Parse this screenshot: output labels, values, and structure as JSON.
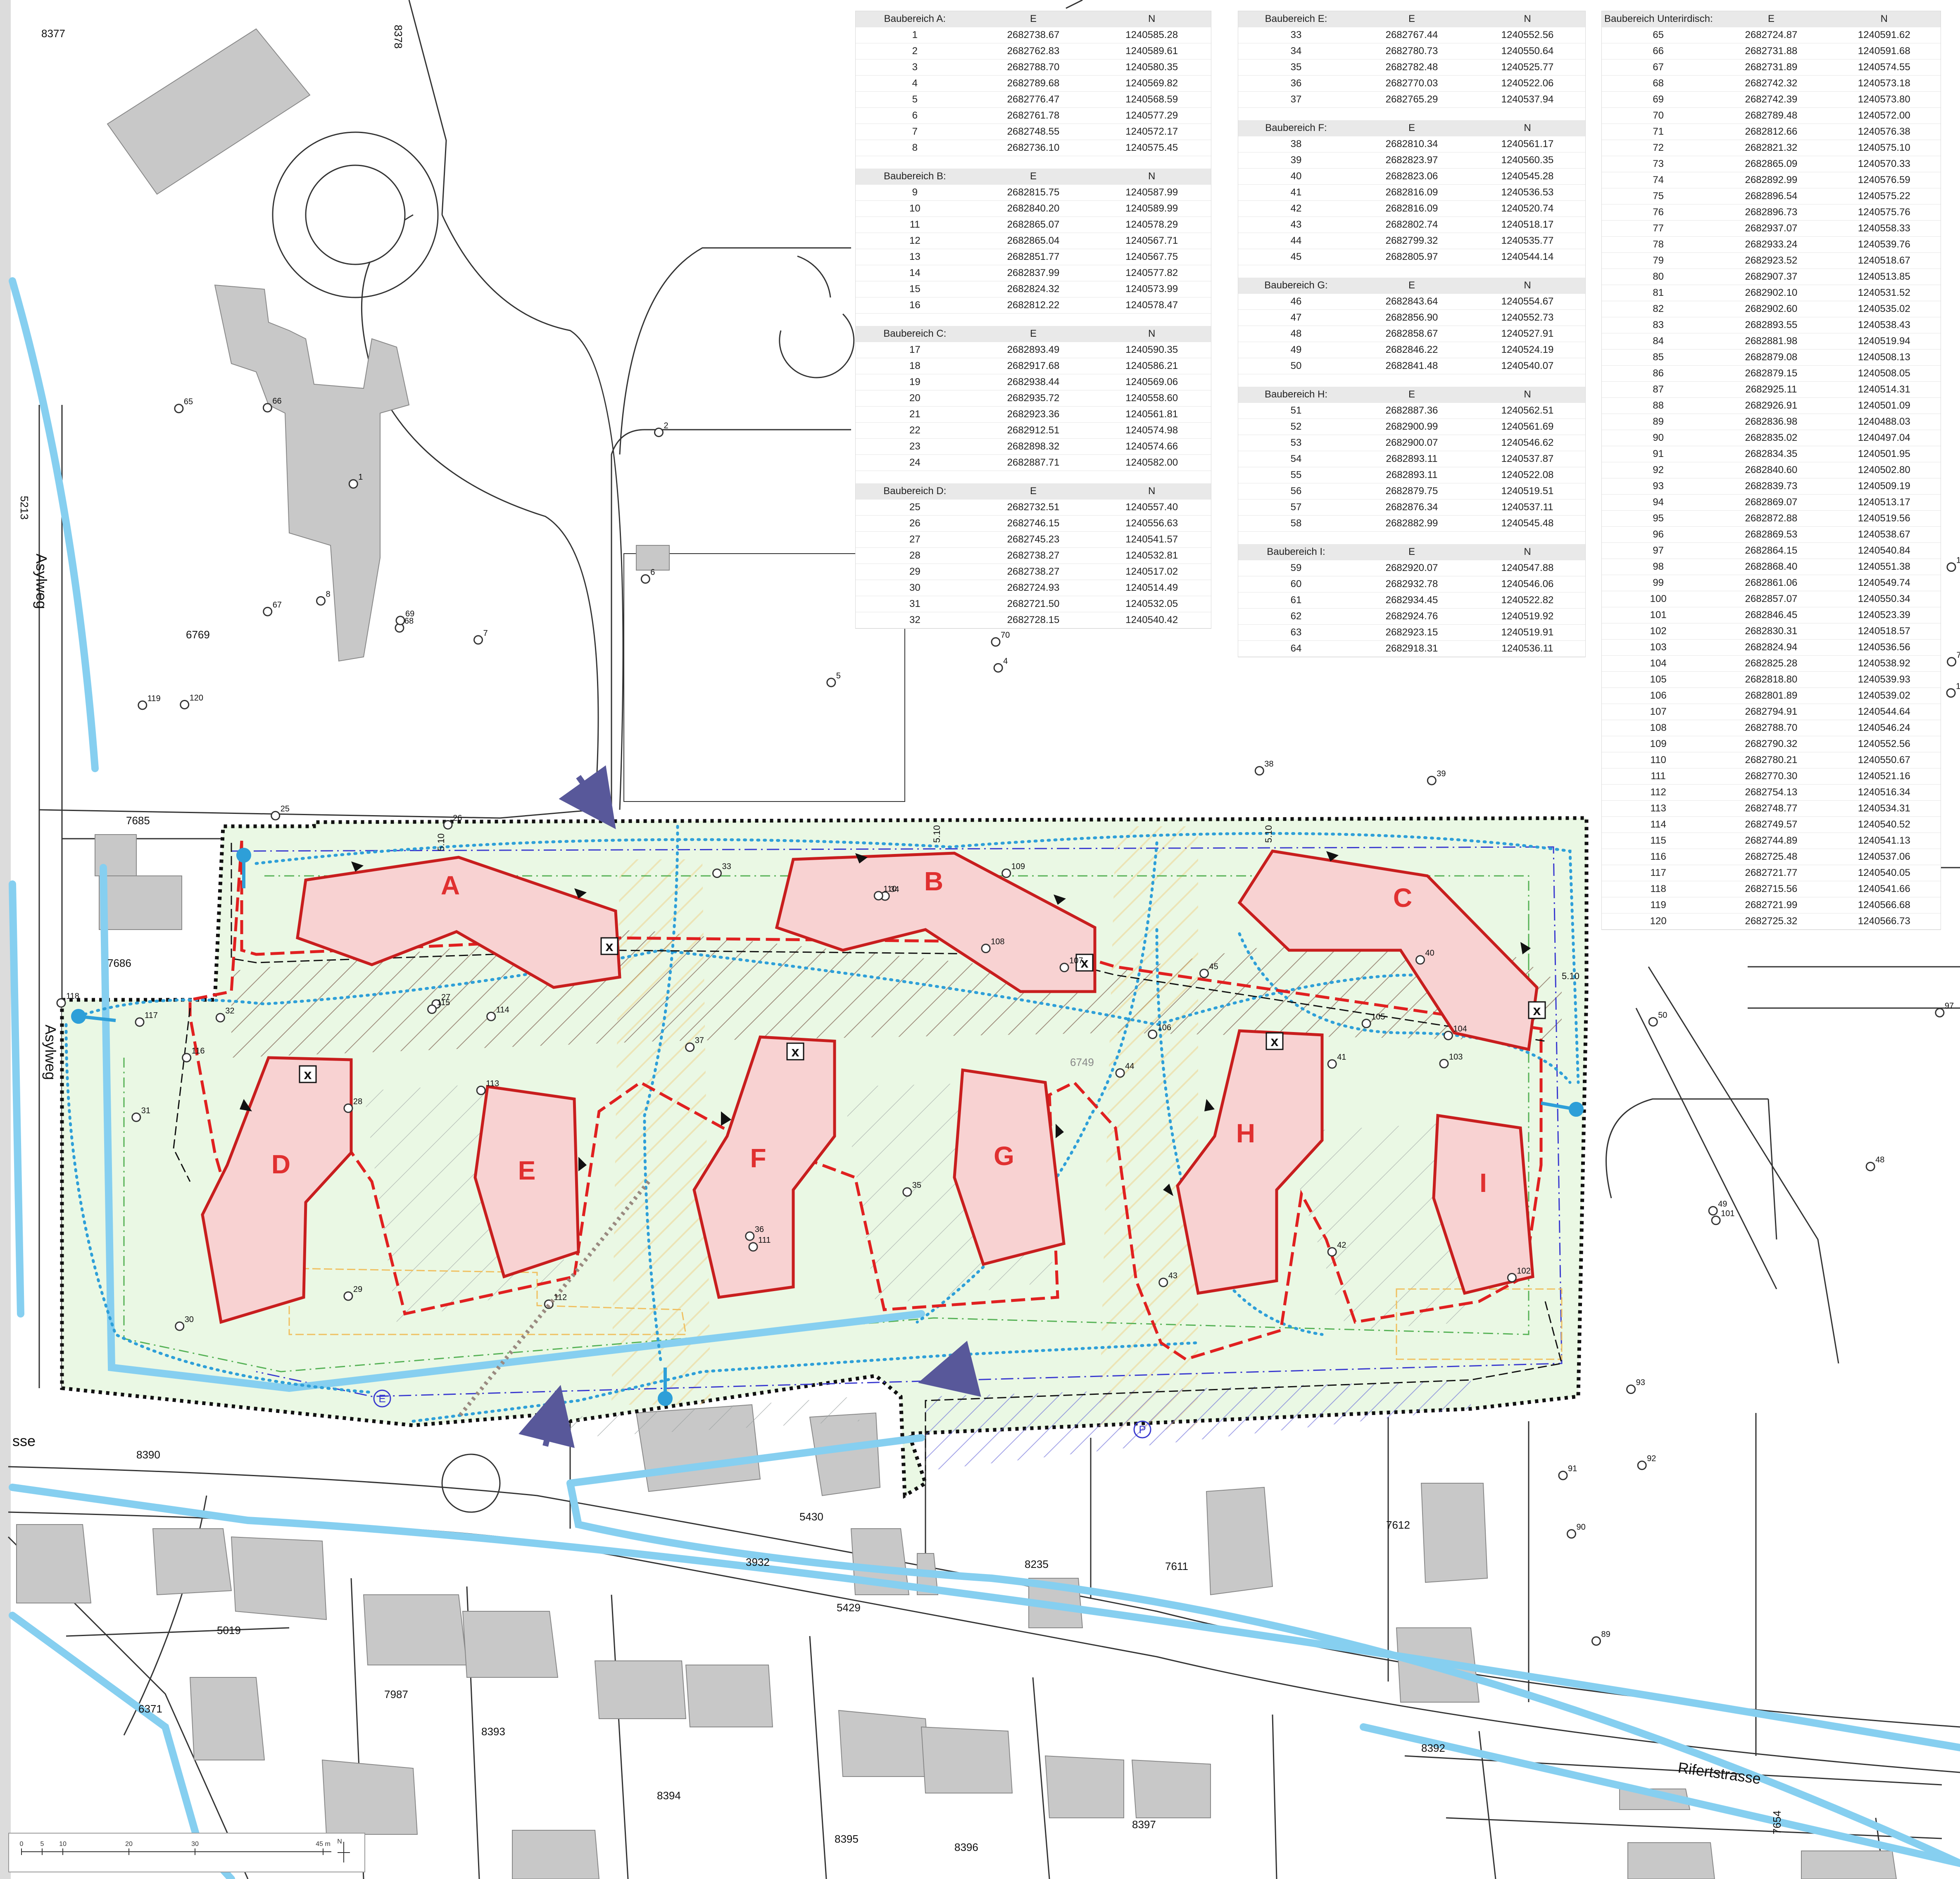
{
  "map": {
    "parcels": [
      "8377",
      "8378",
      "6769",
      "5213",
      "7685",
      "7686",
      "8390",
      "5430",
      "3932",
      "5429",
      "8235",
      "7611",
      "7612",
      "5019",
      "6371",
      "7987",
      "8393",
      "8394",
      "8395",
      "8396",
      "8397",
      "8392",
      "7654",
      "6749"
    ],
    "streets": [
      "Asylweg",
      "Asylweg",
      "Rifertstrasse",
      "sse"
    ],
    "building_areas": [
      "A",
      "B",
      "C",
      "D",
      "E",
      "F",
      "G",
      "H",
      "I"
    ],
    "dimension_labels": [
      "5.10",
      "5.10",
      "5.10",
      "5.10"
    ],
    "marker_x": "x",
    "parking_label": "P",
    "ev_label": "E",
    "colors": {
      "building_fill": "#f8d2d2",
      "building_edge": "#c81e1e",
      "site_fill": "#eaf8e4",
      "water_blue": "#86cff0",
      "dotted_blue": "#2e9fd8",
      "hatch_yellow": "#f0c060",
      "label_red": "#e03030",
      "arrow_navy": "#58589a"
    }
  },
  "coords": {
    "header_e": "E",
    "header_n": "N",
    "columns": [
      [
        {
          "title": "Baubereich A:",
          "rows": [
            [
              "1",
              "2682738.67",
              "1240585.28"
            ],
            [
              "2",
              "2682762.83",
              "1240589.61"
            ],
            [
              "3",
              "2682788.70",
              "1240580.35"
            ],
            [
              "4",
              "2682789.68",
              "1240569.82"
            ],
            [
              "5",
              "2682776.47",
              "1240568.59"
            ],
            [
              "6",
              "2682761.78",
              "1240577.29"
            ],
            [
              "7",
              "2682748.55",
              "1240572.17"
            ],
            [
              "8",
              "2682736.10",
              "1240575.45"
            ]
          ]
        },
        {
          "title": "Baubereich B:",
          "rows": [
            [
              "9",
              "2682815.75",
              "1240587.99"
            ],
            [
              "10",
              "2682840.20",
              "1240589.99"
            ],
            [
              "11",
              "2682865.07",
              "1240578.29"
            ],
            [
              "12",
              "2682865.04",
              "1240567.71"
            ],
            [
              "13",
              "2682851.77",
              "1240567.75"
            ],
            [
              "14",
              "2682837.99",
              "1240577.82"
            ],
            [
              "15",
              "2682824.32",
              "1240573.99"
            ],
            [
              "16",
              "2682812.22",
              "1240578.47"
            ]
          ]
        },
        {
          "title": "Baubereich C:",
          "rows": [
            [
              "17",
              "2682893.49",
              "1240590.35"
            ],
            [
              "18",
              "2682917.68",
              "1240586.21"
            ],
            [
              "19",
              "2682938.44",
              "1240569.06"
            ],
            [
              "20",
              "2682935.72",
              "1240558.60"
            ],
            [
              "21",
              "2682923.36",
              "1240561.81"
            ],
            [
              "22",
              "2682912.51",
              "1240574.98"
            ],
            [
              "23",
              "2682898.32",
              "1240574.66"
            ],
            [
              "24",
              "2682887.71",
              "1240582.00"
            ]
          ]
        },
        {
          "title": "Baubereich D:",
          "rows": [
            [
              "25",
              "2682732.51",
              "1240557.40"
            ],
            [
              "26",
              "2682746.15",
              "1240556.63"
            ],
            [
              "27",
              "2682745.23",
              "1240541.57"
            ],
            [
              "28",
              "2682738.27",
              "1240532.81"
            ],
            [
              "29",
              "2682738.27",
              "1240517.02"
            ],
            [
              "30",
              "2682724.93",
              "1240514.49"
            ],
            [
              "31",
              "2682721.50",
              "1240532.05"
            ],
            [
              "32",
              "2682728.15",
              "1240540.42"
            ]
          ]
        }
      ],
      [
        {
          "title": "Baubereich E:",
          "rows": [
            [
              "33",
              "2682767.44",
              "1240552.56"
            ],
            [
              "34",
              "2682780.73",
              "1240550.64"
            ],
            [
              "35",
              "2682782.48",
              "1240525.77"
            ],
            [
              "36",
              "2682770.03",
              "1240522.06"
            ],
            [
              "37",
              "2682765.29",
              "1240537.94"
            ]
          ]
        },
        {
          "title": "Baubereich F:",
          "rows": [
            [
              "38",
              "2682810.34",
              "1240561.17"
            ],
            [
              "39",
              "2682823.97",
              "1240560.35"
            ],
            [
              "40",
              "2682823.06",
              "1240545.28"
            ],
            [
              "41",
              "2682816.09",
              "1240536.53"
            ],
            [
              "42",
              "2682816.09",
              "1240520.74"
            ],
            [
              "43",
              "2682802.74",
              "1240518.17"
            ],
            [
              "44",
              "2682799.32",
              "1240535.77"
            ],
            [
              "45",
              "2682805.97",
              "1240544.14"
            ]
          ]
        },
        {
          "title": "Baubereich G:",
          "rows": [
            [
              "46",
              "2682843.64",
              "1240554.67"
            ],
            [
              "47",
              "2682856.90",
              "1240552.73"
            ],
            [
              "48",
              "2682858.67",
              "1240527.91"
            ],
            [
              "49",
              "2682846.22",
              "1240524.19"
            ],
            [
              "50",
              "2682841.48",
              "1240540.07"
            ]
          ]
        },
        {
          "title": "Baubereich H:",
          "rows": [
            [
              "51",
              "2682887.36",
              "1240562.51"
            ],
            [
              "52",
              "2682900.99",
              "1240561.69"
            ],
            [
              "53",
              "2682900.07",
              "1240546.62"
            ],
            [
              "54",
              "2682893.11",
              "1240537.87"
            ],
            [
              "55",
              "2682893.11",
              "1240522.08"
            ],
            [
              "56",
              "2682879.75",
              "1240519.51"
            ],
            [
              "57",
              "2682876.34",
              "1240537.11"
            ],
            [
              "58",
              "2682882.99",
              "1240545.48"
            ]
          ]
        },
        {
          "title": "Baubereich I:",
          "rows": [
            [
              "59",
              "2682920.07",
              "1240547.88"
            ],
            [
              "60",
              "2682932.78",
              "1240546.06"
            ],
            [
              "61",
              "2682934.45",
              "1240522.82"
            ],
            [
              "62",
              "2682924.76",
              "1240519.92"
            ],
            [
              "63",
              "2682923.15",
              "1240519.91"
            ],
            [
              "64",
              "2682918.31",
              "1240536.11"
            ]
          ]
        }
      ],
      [
        {
          "title": "Baubereich Unterirdisch:",
          "rows": [
            [
              "65",
              "2682724.87",
              "1240591.62"
            ],
            [
              "66",
              "2682731.88",
              "1240591.68"
            ],
            [
              "67",
              "2682731.89",
              "1240574.55"
            ],
            [
              "68",
              "2682742.32",
              "1240573.18"
            ],
            [
              "69",
              "2682742.39",
              "1240573.80"
            ],
            [
              "70",
              "2682789.48",
              "1240572.00"
            ],
            [
              "71",
              "2682812.66",
              "1240576.38"
            ],
            [
              "72",
              "2682821.32",
              "1240575.10"
            ],
            [
              "73",
              "2682865.09",
              "1240570.33"
            ],
            [
              "74",
              "2682892.99",
              "1240576.59"
            ],
            [
              "75",
              "2682896.54",
              "1240575.22"
            ],
            [
              "76",
              "2682896.73",
              "1240575.76"
            ],
            [
              "77",
              "2682937.07",
              "1240558.33"
            ],
            [
              "78",
              "2682933.24",
              "1240539.76"
            ],
            [
              "79",
              "2682923.52",
              "1240518.67"
            ],
            [
              "80",
              "2682907.37",
              "1240513.85"
            ],
            [
              "81",
              "2682902.10",
              "1240531.52"
            ],
            [
              "82",
              "2682902.60",
              "1240535.02"
            ],
            [
              "83",
              "2682893.55",
              "1240538.43"
            ],
            [
              "84",
              "2682881.98",
              "1240519.94"
            ],
            [
              "85",
              "2682879.08",
              "1240508.13"
            ],
            [
              "86",
              "2682879.15",
              "1240508.05"
            ],
            [
              "87",
              "2682925.11",
              "1240514.31"
            ],
            [
              "88",
              "2682926.91",
              "1240501.09"
            ],
            [
              "89",
              "2682836.98",
              "1240488.03"
            ],
            [
              "90",
              "2682835.02",
              "1240497.04"
            ],
            [
              "91",
              "2682834.35",
              "1240501.95"
            ],
            [
              "92",
              "2682840.60",
              "1240502.80"
            ],
            [
              "93",
              "2682839.73",
              "1240509.19"
            ],
            [
              "94",
              "2682869.07",
              "1240513.17"
            ],
            [
              "95",
              "2682872.88",
              "1240519.56"
            ],
            [
              "96",
              "2682869.53",
              "1240538.67"
            ],
            [
              "97",
              "2682864.15",
              "1240540.84"
            ],
            [
              "98",
              "2682868.40",
              "1240551.38"
            ],
            [
              "99",
              "2682861.06",
              "1240549.74"
            ],
            [
              "100",
              "2682857.07",
              "1240550.34"
            ],
            [
              "101",
              "2682846.45",
              "1240523.39"
            ],
            [
              "102",
              "2682830.31",
              "1240518.57"
            ],
            [
              "103",
              "2682824.94",
              "1240536.56"
            ],
            [
              "104",
              "2682825.28",
              "1240538.92"
            ],
            [
              "105",
              "2682818.80",
              "1240539.93"
            ],
            [
              "106",
              "2682801.89",
              "1240539.02"
            ],
            [
              "107",
              "2682794.91",
              "1240544.64"
            ],
            [
              "108",
              "2682788.70",
              "1240546.24"
            ],
            [
              "109",
              "2682790.32",
              "1240552.56"
            ],
            [
              "110",
              "2682780.21",
              "1240550.67"
            ],
            [
              "111",
              "2682770.30",
              "1240521.16"
            ],
            [
              "112",
              "2682754.13",
              "1240516.34"
            ],
            [
              "113",
              "2682748.77",
              "1240534.31"
            ],
            [
              "114",
              "2682749.57",
              "1240540.52"
            ],
            [
              "115",
              "2682744.89",
              "1240541.13"
            ],
            [
              "116",
              "2682725.48",
              "1240537.06"
            ],
            [
              "117",
              "2682721.77",
              "1240540.05"
            ],
            [
              "118",
              "2682715.56",
              "1240541.66"
            ],
            [
              "119",
              "2682721.99",
              "1240566.68"
            ],
            [
              "120",
              "2682725.32",
              "1240566.73"
            ]
          ]
        }
      ]
    ]
  },
  "scale": {
    "ticks": [
      "0",
      "5",
      "10",
      "20",
      "30",
      "45 m"
    ],
    "north": "N"
  }
}
